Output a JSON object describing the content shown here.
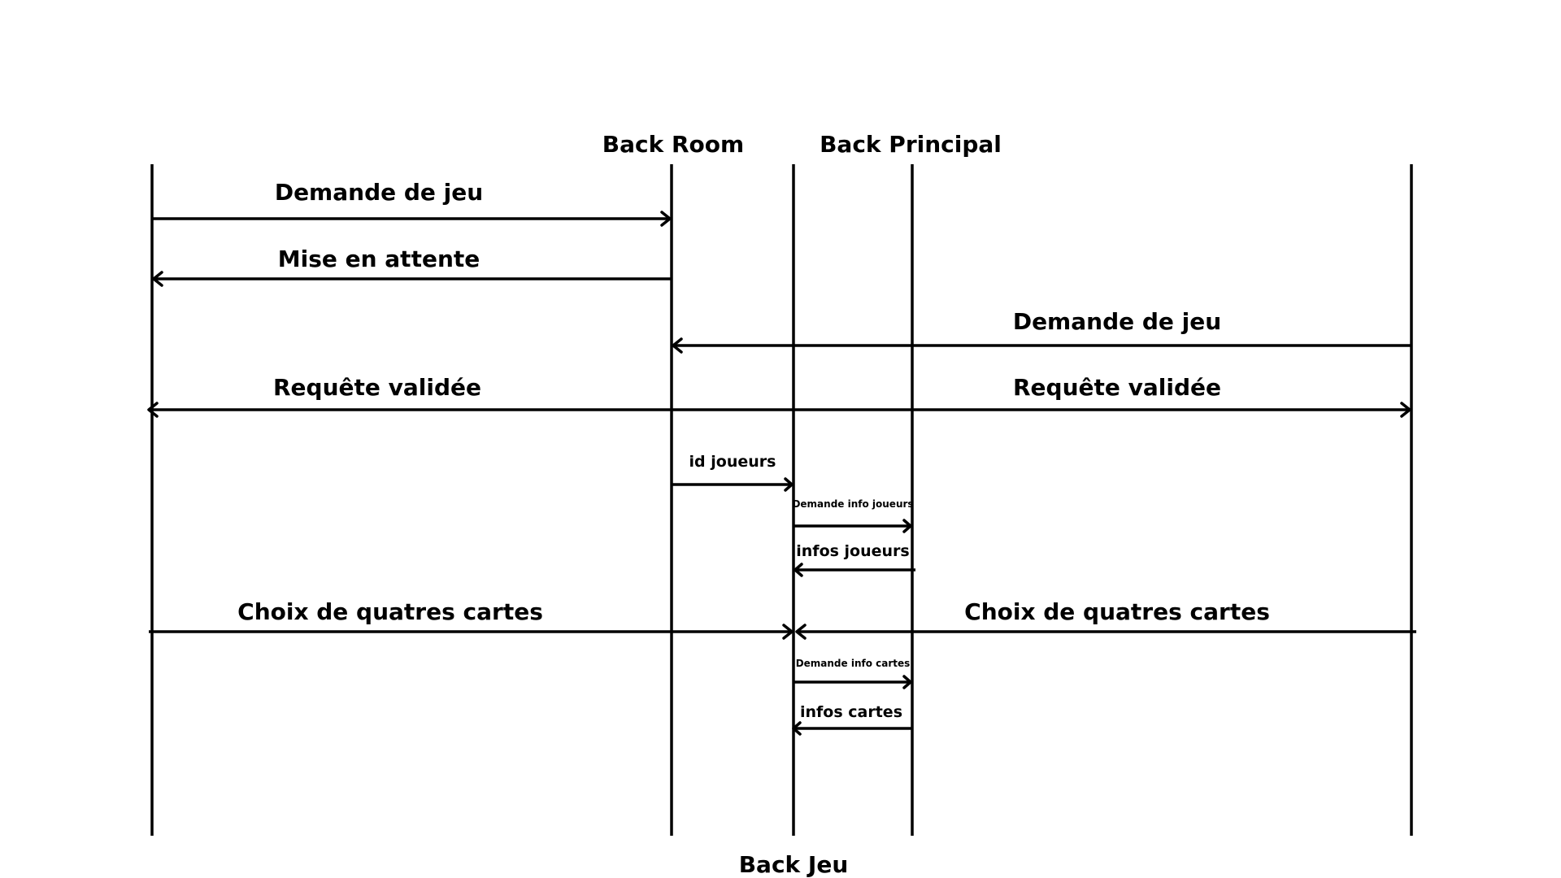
{
  "diagram": {
    "participants": {
      "back_room": "Back Room",
      "back_principal": "Back Principal",
      "back_jeu": "Back Jeu"
    },
    "messages": {
      "m1": "Demande de jeu",
      "m2": "Mise en attente",
      "m3": "Demande de jeu",
      "m4_left": "Requête validée",
      "m4_right": "Requête validée",
      "m5": "id joueurs",
      "m6": "Demande info joueurs",
      "m7": "infos joueurs",
      "m8_left": "Choix de quatres cartes",
      "m8_right": "Choix de quatres cartes",
      "m9": "Demande info cartes",
      "m10": "infos cartes"
    },
    "line_color": "#000000",
    "background": "#ffffff"
  }
}
